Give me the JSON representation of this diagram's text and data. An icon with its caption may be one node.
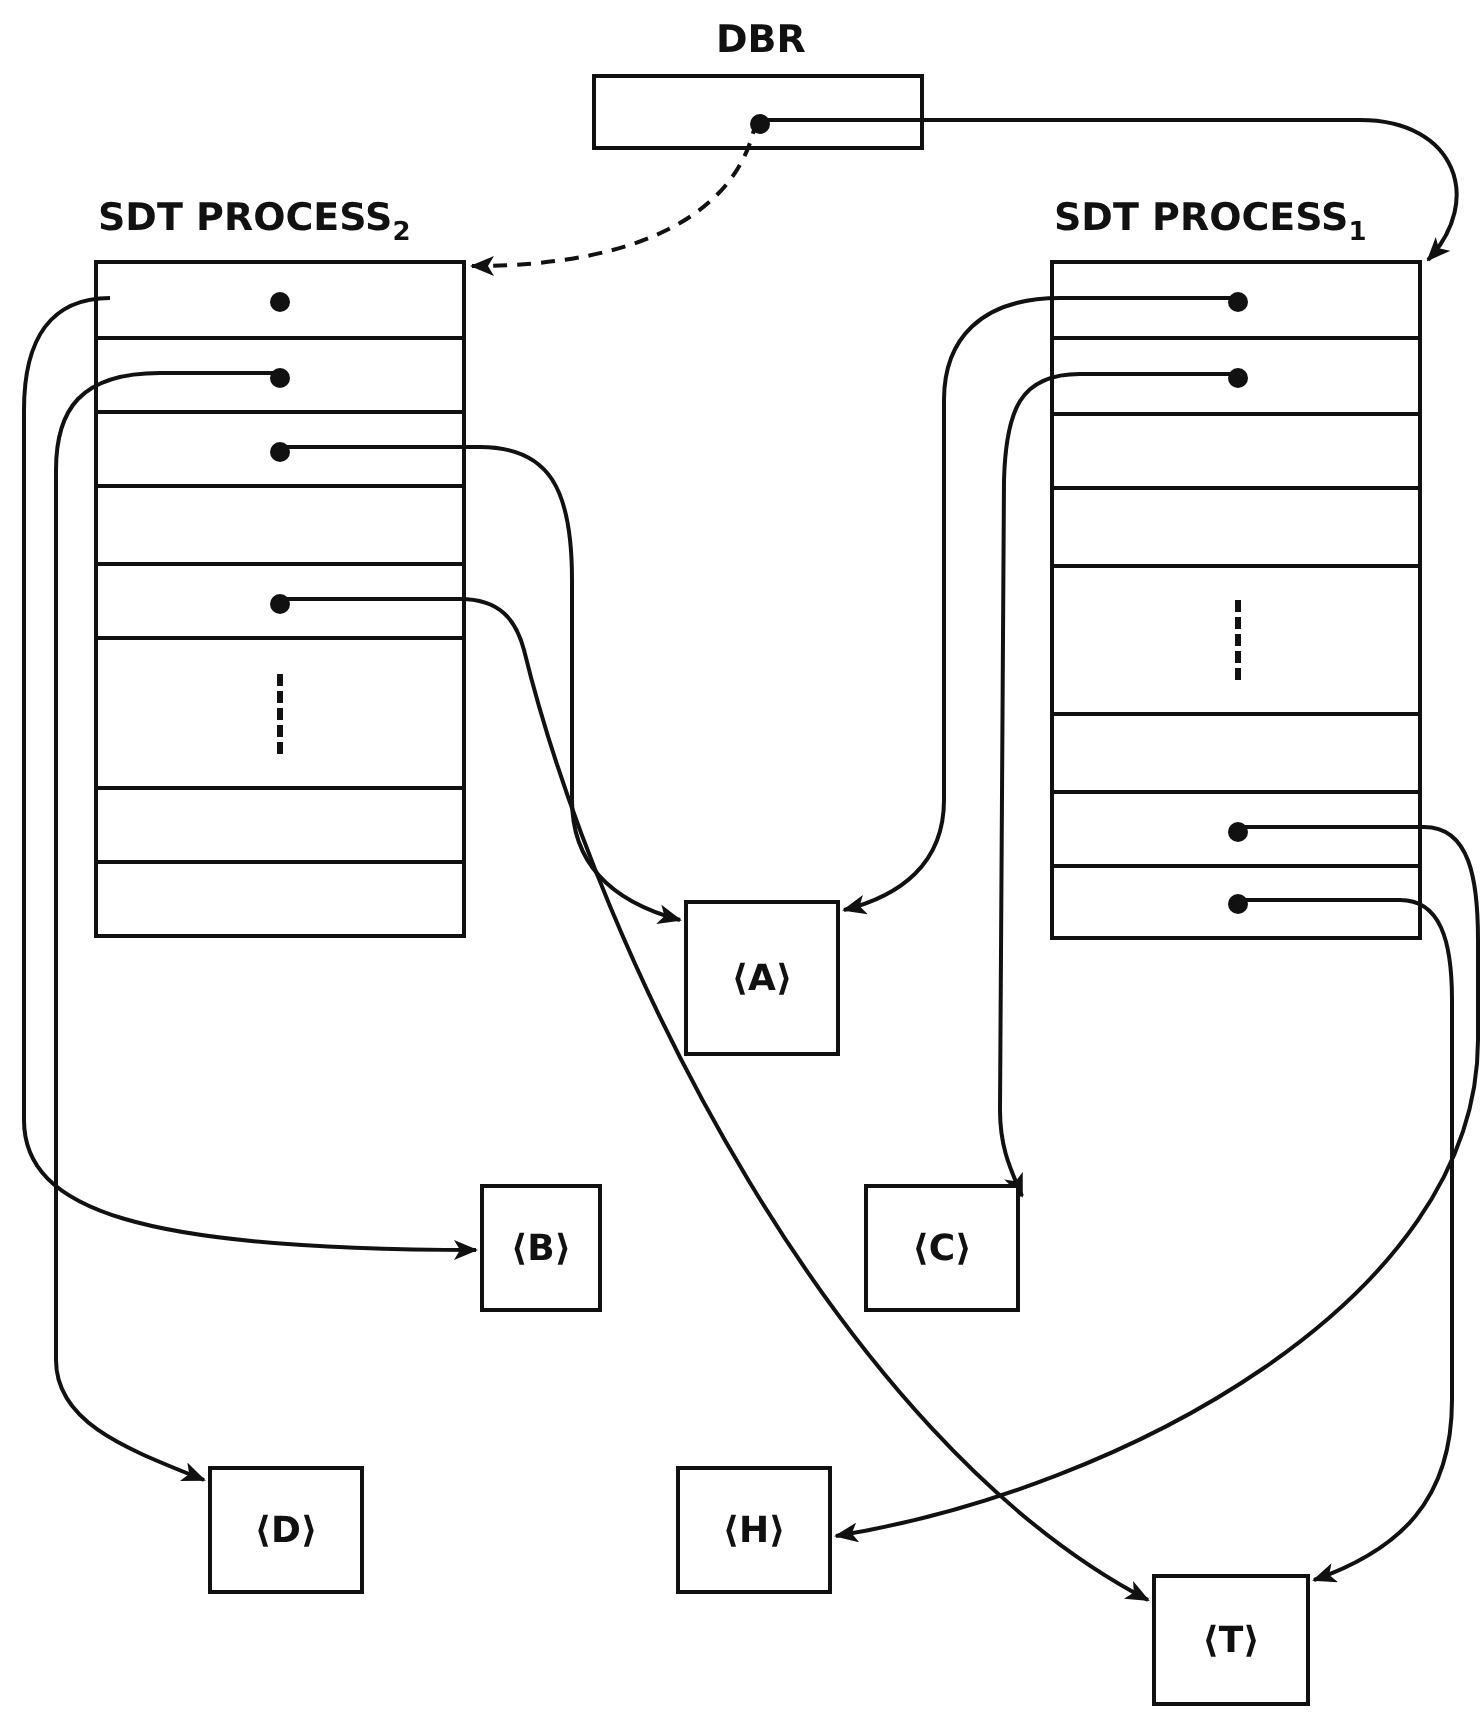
{
  "diagram": {
    "nodes": [
      {
        "text": [
          "DBR"
        ]
      },
      {
        "text": [
          "SDT PROCESS$_{2}$"
        ]
      },
      {
        "text": [],
        "shape": "box",
        "in": 1
      },
      {
        "text": [],
        "shape": "box",
        "in": 1
      },
      {
        "text": [],
        "shape": "box",
        "in": 1
      },
      {
        "text": [],
        "shape": "box",
        "in": 1
      },
      {
        "text": [],
        "shape": "box",
        "in": 1
      },
      {
        "text": [
          "SDT PROCESS$_{1}$"
        ]
      },
      {
        "text": [],
        "shape": "box",
        "in": 7
      },
      {
        "text": [],
        "shape": "box",
        "in": 7
      },
      {
        "text": [],
        "shape": "box",
        "in": 7
      },
      {
        "text": [],
        "shape": "box",
        "in": 7
      },
      {
        "text": [],
        "shape": "box",
        "in": 7
      },
      {
        "text": [
          "⟨A⟩"
        ]
      },
      {
        "text": [
          "⟨B⟩"
        ]
      },
      {
        "text": [
          "⟨C⟩"
        ]
      },
      {
        "text": [
          "⟨D⟩"
        ]
      },
      {
        "text": [
          "⟨H⟩"
        ]
      },
      {
        "text": [
          "⟨T⟩"
        ]
      }
    ],
    "edges": [
      {
        "from": 0,
        "to": 1,
        "arrow": "to",
        "style": "dashed"
      },
      {
        "from": 0,
        "to": 7,
        "arrow": "to"
      },
      {
        "from": 2,
        "to": 14,
        "arrow": "to"
      },
      {
        "from": 3,
        "to": 16,
        "arrow": "to"
      },
      {
        "from": 4,
        "to": 13,
        "arrow": "to"
      },
      {
        "from": 5,
        "to": 18,
        "arrow": "to"
      },
      {
        "from": 8,
        "to": 13,
        "arrow": "to"
      },
      {
        "from": 9,
        "to": 15,
        "arrow": "to"
      },
      {
        "from": 11,
        "to": 17,
        "arrow": "to"
      },
      {
        "from": 12,
        "to": 18,
        "arrow": "to"
      }
    ]
  }
}
